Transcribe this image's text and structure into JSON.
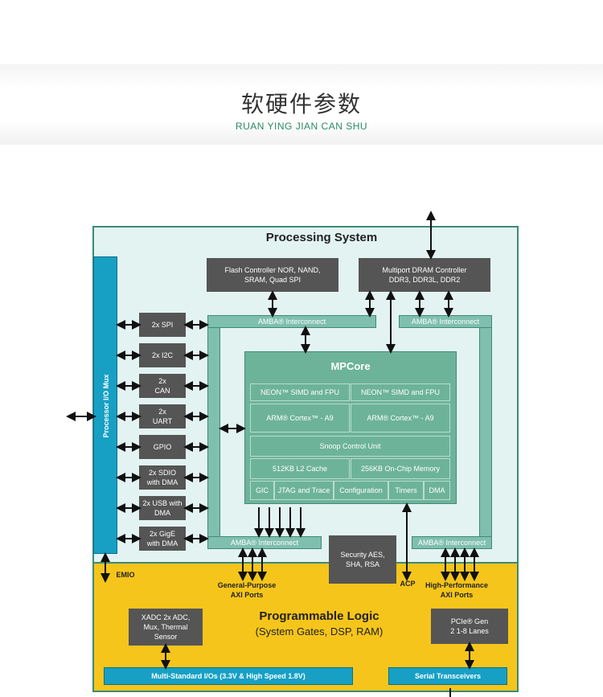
{
  "header": {
    "title_cn": "软硬件参数",
    "title_en": "RUAN YING JIAN CAN SHU"
  },
  "diagram": {
    "ps_title": "Processing System",
    "io_mux": "Processor I/O Mux",
    "flash": "Flash Controller NOR, NAND, SRAM, Quad SPI",
    "dram": "Multiport DRAM Controller DDR3, DDR3L, DDR2",
    "peripherals": [
      "2x SPI",
      "2x I2C",
      "2x CAN",
      "2x UART",
      "GPIO",
      "2x SDIO with DMA",
      "2x USB with DMA",
      "2x GigE with DMA"
    ],
    "amba": "AMBA® Interconnect",
    "mpcore": "MPCore",
    "neon": "NEON™ SIMD and FPU",
    "cortex": "ARM® Cortex™ - A9",
    "scu": "Snoop Control Unit",
    "l2": "512KB L2 Cache",
    "ocm": "256KB On-Chip Memory",
    "bottom_cells": [
      "GIC",
      "JTAG and Trace",
      "Configuration",
      "Timers",
      "DMA"
    ],
    "security": "Security AES, SHA, RSA",
    "emio": "EMIO",
    "gp_axi": "General-Purpose AXI Ports",
    "acp": "ACP",
    "hp_axi": "High-Performance AXI Ports",
    "pl_title": "Programmable Logic",
    "pl_sub": "(System Gates, DSP, RAM)",
    "xadc": "XADC 2x ADC, Mux, Thermal Sensor",
    "pcie": "PCIe® Gen 2 1-8 Lanes",
    "multi_io": "Multi-Standard I/Os (3.3V & High Speed 1.8V)",
    "serial": "Serial Transceivers"
  },
  "colors": {
    "ps_bg": "#e3f3f2",
    "pl_bg": "#f5c51b",
    "green": "#6db39a",
    "cyan": "#17a0c4",
    "dark": "#555555",
    "accent_text": "#2a8a63"
  }
}
